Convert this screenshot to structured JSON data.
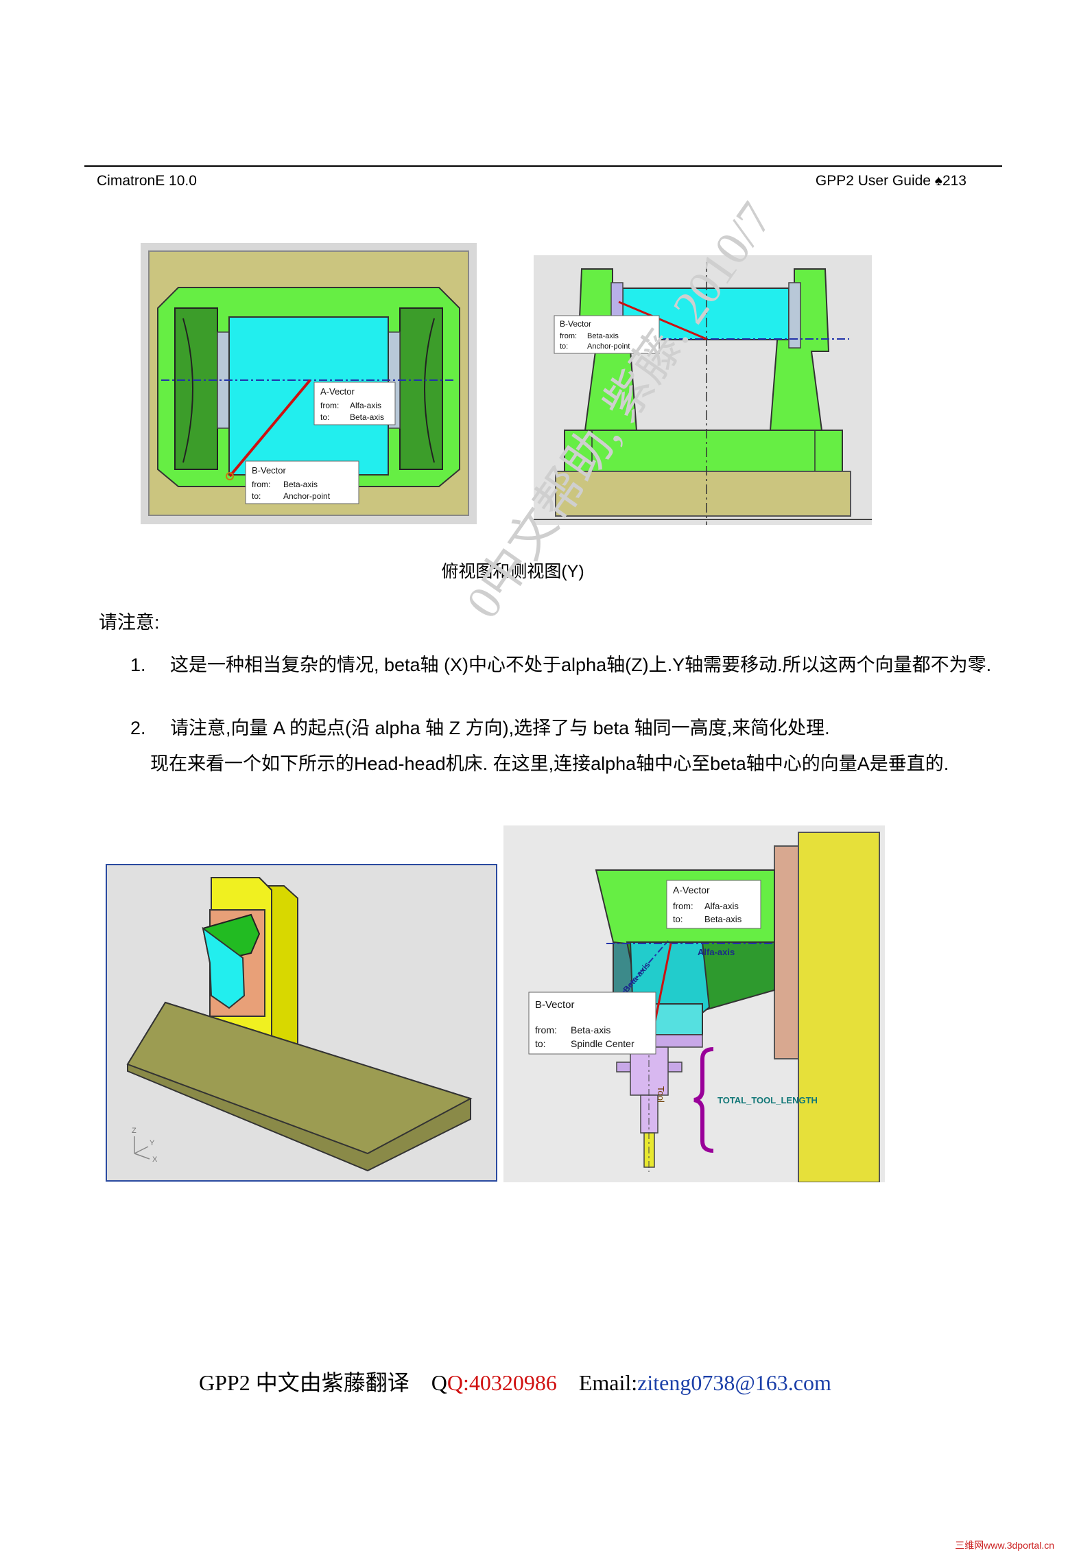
{
  "header": {
    "left": "CimatronE 10.0",
    "right": "GPP2 User Guide ♠213"
  },
  "figure1": {
    "caption": "俯视图和侧视图(Y)",
    "top_view": {
      "a_vector": {
        "title": "A-Vector",
        "from_label": "from:",
        "from_value": "Alfa-axis",
        "to_label": "to:",
        "to_value": "Beta-axis"
      },
      "b_vector": {
        "title": "B-Vector",
        "from_label": "from:",
        "from_value": "Beta-axis",
        "to_label": "to:",
        "to_value": "Anchor-point"
      }
    },
    "side_view": {
      "b_vector": {
        "title": "B-Vector",
        "from_label": "from:",
        "from_value": "Beta-axis",
        "to_label": "to:",
        "to_value": "Anchor-point"
      }
    }
  },
  "note": {
    "title": "请注意:",
    "items": [
      {
        "num": "1.",
        "text": "这是一种相当复杂的情况, beta轴  (X)中心不处于alpha轴(Z)上.Y轴需要移动.所以这两个向量都不为零."
      },
      {
        "num": "2.",
        "text": "请注意,向量 A 的起点(沿 alpha 轴  Z 方向),选择了与 beta 轴同一高度,来简化处理."
      }
    ]
  },
  "paragraph": "现在来看一个如下所示的Head-head机床. 在这里,连接alpha轴中心至beta轴中心的向量A是垂直的.",
  "figure2": {
    "axes": {
      "z": "Z",
      "y": "Y",
      "x": "X"
    },
    "detail": {
      "a_vector": {
        "title": "A-Vector",
        "from_label": "from:",
        "from_value": "Alfa-axis",
        "to_label": "to:",
        "to_value": "Beta-axis"
      },
      "b_vector": {
        "title": "B-Vector",
        "from_label": "from:",
        "from_value": "Beta-axis",
        "to_label": "to:",
        "to_value": "Spindle Center"
      },
      "alfa_axis_label": "Alfa-axis",
      "beta_axis_label": "Beta-axis",
      "tool_label": "Tool",
      "total_tool_length": "TOTAL_TOOL_LENGTH"
    }
  },
  "footer": {
    "prefix": "GPP2 中文由紫藤翻译",
    "qq_q": "Q",
    "qq_rest": "Q:40320986",
    "email_label": "Email:",
    "email": "ziteng0738@163.com"
  },
  "watermark": "0中文帮助, 紫藤. 2010/7",
  "corner_mark": "三维网www.3dportal.cn",
  "colors": {
    "green": "#66ee44",
    "cyan": "#22eeee",
    "olive": "#cbc57f",
    "yellow": "#eeee33",
    "red_text": "#d01010",
    "blue_text": "#1b3fa8"
  }
}
